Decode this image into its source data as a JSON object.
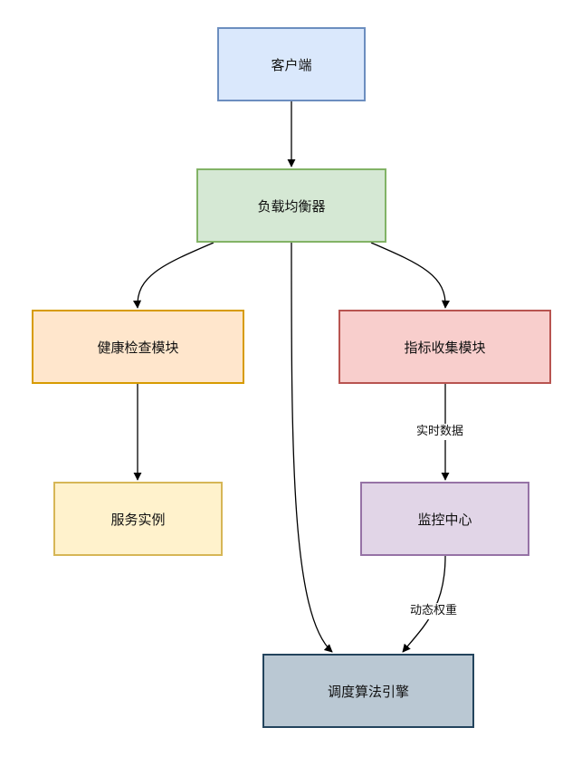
{
  "nodes": {
    "client": {
      "label": "客户端",
      "fill": "#dae8fc",
      "stroke": "#6c8ebf"
    },
    "lb": {
      "label": "负载均衡器",
      "fill": "#d5e8d4",
      "stroke": "#82b366"
    },
    "health": {
      "label": "健康检查模块",
      "fill": "#ffe6cc",
      "stroke": "#d79b00"
    },
    "metrics": {
      "label": "指标收集模块",
      "fill": "#f8cecc",
      "stroke": "#b85450"
    },
    "service": {
      "label": "服务实例",
      "fill": "#fff2cc",
      "stroke": "#d6b656"
    },
    "monitor": {
      "label": "监控中心",
      "fill": "#e1d5e7",
      "stroke": "#9673a6"
    },
    "engine": {
      "label": "调度算法引擎",
      "fill": "#bac8d3",
      "stroke": "#23445d"
    }
  },
  "edges": {
    "metrics_monitor": {
      "label": "实时数据"
    },
    "monitor_engine": {
      "label": "动态权重"
    }
  }
}
